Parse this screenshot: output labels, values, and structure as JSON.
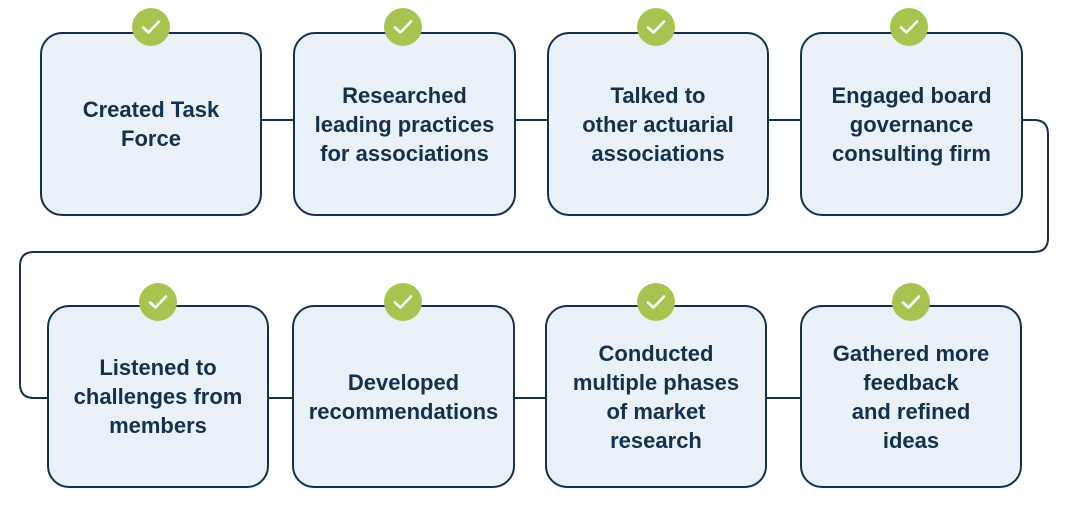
{
  "colors": {
    "box_fill": "#eaf1f9",
    "box_border": "#14304d",
    "text": "#14304d",
    "check": "#a7c451",
    "connector": "#14304d"
  },
  "steps": [
    {
      "label": "Created Task\nForce",
      "icon": "check-icon",
      "completed": true
    },
    {
      "label": "Researched\nleading practices\nfor associations",
      "icon": "check-icon",
      "completed": true
    },
    {
      "label": "Talked to\nother actuarial\nassociations",
      "icon": "check-icon",
      "completed": true
    },
    {
      "label": "Engaged board\ngovernance\nconsulting firm",
      "icon": "check-icon",
      "completed": true
    },
    {
      "label": "Listened to\nchallenges from\nmembers",
      "icon": "check-icon",
      "completed": true
    },
    {
      "label": "Developed\nrecommendations",
      "icon": "check-icon",
      "completed": true
    },
    {
      "label": "Conducted\nmultiple phases\nof market\nresearch",
      "icon": "check-icon",
      "completed": true
    },
    {
      "label": "Gathered more\nfeedback\nand refined\nideas",
      "icon": "check-icon",
      "completed": true
    }
  ]
}
